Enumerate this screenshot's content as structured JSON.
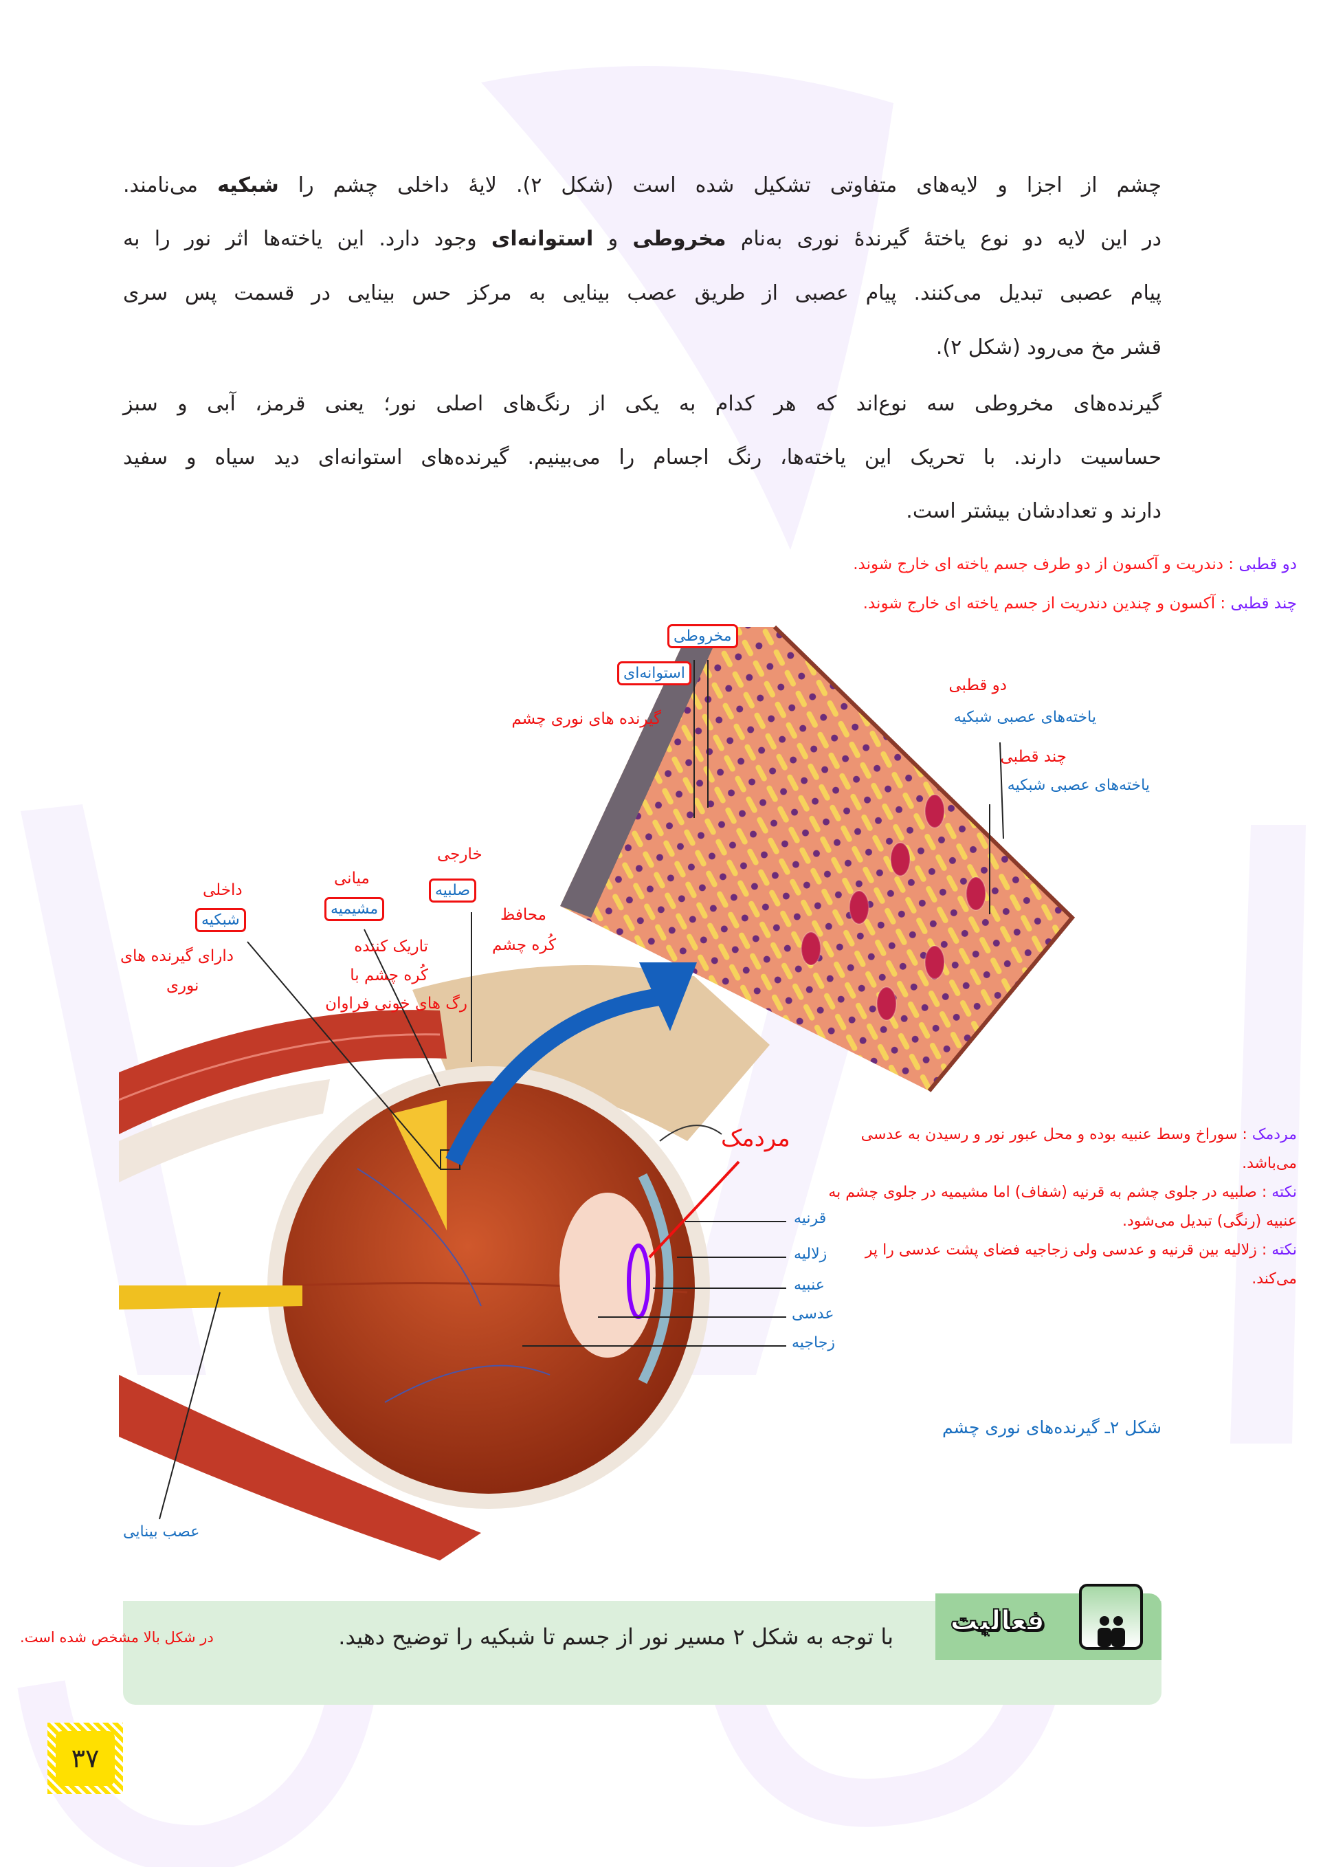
{
  "paragraph1": {
    "line1": {
      "a": "چشم از اجزا و لایه‌های متفاوتی تشکیل شده است (شکل ۲). لایهٔ داخلی چشم را ",
      "b": "شبکیه",
      "c": " می‌نامند."
    },
    "line2": {
      "a": "در این لایه دو نوع یاختهٔ گیرندهٔ نوری به‌نام ",
      "b": "مخروطی",
      "c": " و ",
      "d": "استوانه‌ای",
      "e": " وجود دارد. این یاخته‌ها اثر نور را به"
    },
    "line3": "پیام عصبی تبدیل می‌کنند. پیام عصبی از طریق عصب بینایی به مرکز حس بینایی در قسمت پس سری",
    "line4": "قشر مخ می‌رود (شکل ۲)."
  },
  "paragraph2": {
    "line1": "گیرنده‌های مخروطی سه نوع‌اند که هر کدام به یکی از رنگ‌های اصلی نور؛ یعنی قرمز، آبی و سبز",
    "line2": "حساسیت دارند. با تحریک این یاخته‌ها، رنگ اجسام را می‌بینیم. گیرنده‌های استوانه‌ای دید سیاه و سفید",
    "line3": "دارند و تعدادشان بیشتر است."
  },
  "definitions": [
    {
      "term": "دو قطبی",
      "sep": " : ",
      "text": "دندریت و آکسون از دو طرف جسم یاخته ای خارج شوند."
    },
    {
      "term": "چند قطبی",
      "sep": " : ",
      "text": "آکسون و چندین دندریت از جسم یاخته ای خارج شوند."
    }
  ],
  "retina_labels": {
    "cone": "مخروطی",
    "rod": "استوانه‌ای",
    "photoreceptors": "گیرنده های نوری چشم",
    "bipolar": "دو قطبی",
    "bipolar_cells": "یاخته‌های عصبی شبکیه",
    "multipolar": "چند قطبی",
    "multipolar_cells": "یاخته‌های عصبی شبکیه"
  },
  "layer_labels": {
    "outer": "خارجی",
    "sclera": "صلبیه",
    "sclera_desc1": "محافظ",
    "sclera_desc2": "کُره چشم",
    "middle": "میانی",
    "choroid": "مشیمیه",
    "choroid_desc1": "تاریک کننده",
    "choroid_desc2": "کُره چشم با",
    "choroid_desc3": "رگ های خونی فراوان",
    "inner": "داخلی",
    "retina": "شبکیه",
    "retina_desc1": "دارای گیرنده های",
    "retina_desc2": "نوری"
  },
  "eye_labels": {
    "pupil": "مردمک",
    "cornea": "قرنیه",
    "aqueous": "زلالیه",
    "iris": "عنبیه",
    "lens": "عدسی",
    "vitreous": "زجاجیه",
    "optic_nerve": "عصب بینایی"
  },
  "notes": [
    {
      "term": "مردمک",
      "sep": " : ",
      "text": "سوراخ وسط عنبیه بوده و محل عبور نور و رسیدن به عدسی می‌باشد."
    },
    {
      "term": "نکته",
      "sep": " : ",
      "text": "صلبیه در جلوی چشم به قرنیه (شفاف) اما مشیمیه در جلوی چشم به عنبیه (رنگی) تبدیل می‌شود."
    },
    {
      "term": "نکته",
      "sep": " : ",
      "text": "زلالیه بین قرنیه و عدسی ولی زجاجیه فضای پشت عدسی را پر می‌کند."
    }
  ],
  "figure_caption": "شکل ۲ـ گیرنده‌های نوری چشم",
  "activity": {
    "title": "فعالیت",
    "icon": "people-icon",
    "text": "با توجه به شکل ۲ مسیر نور از جسم تا شبکیه را توضیح دهید.",
    "answer": "در شکل بالا مشخص شده است."
  },
  "page_number": "۳۷",
  "colors": {
    "accent_red": "#f01010",
    "accent_blue": "#1a6fc0",
    "accent_purple": "#7a1fff",
    "activity_green": "#9dd39d",
    "page_yellow": "#ffe000"
  }
}
